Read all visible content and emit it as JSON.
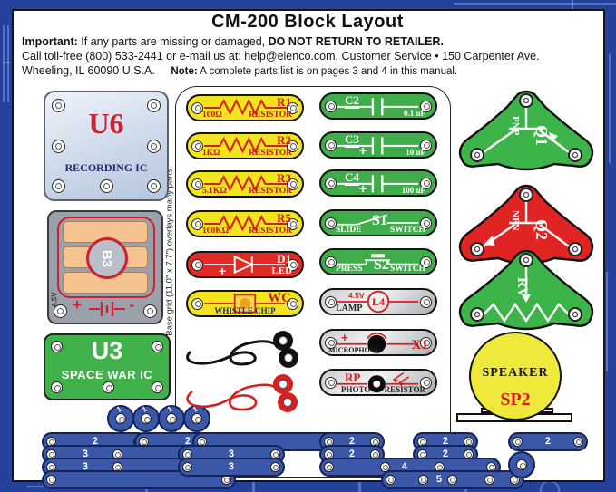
{
  "header": {
    "title": "CM-200 Block Layout",
    "important_label": "Important:",
    "important_text": " If any parts are missing or damaged, ",
    "important_bold": "DO NOT RETURN TO RETAILER.",
    "contact_line": "Call toll-free (800) 533-2441 or e-mail us at:  help@elenco.com. Customer Service • 150 Carpenter Ave.",
    "address_line": "Wheeling, IL  60090  U.S.A.",
    "note_label": "Note:",
    "note_text": " A complete parts list is on pages 3 and 4 in this manual."
  },
  "base_grid_caption": "Base grid (11.0\" x 7.7\") overlays many parts",
  "parts": {
    "u6": {
      "id": "U6",
      "name": "RECORDING IC"
    },
    "b3": {
      "id": "B3",
      "voltage": "4.5V",
      "plus": "+",
      "minus": "-"
    },
    "u3": {
      "id": "U3",
      "name": "SPACE WAR IC"
    },
    "resistors": [
      {
        "id": "R1",
        "value": "100Ω",
        "name": "RESISTOR"
      },
      {
        "id": "R2",
        "value": "1KΩ",
        "name": "RESISTOR"
      },
      {
        "id": "R3",
        "value": "5.1KΩ",
        "name": "RESISTOR"
      },
      {
        "id": "R5",
        "value": "100KΩ",
        "name": "RESISTOR"
      }
    ],
    "d1": {
      "id": "D1",
      "name": "LED",
      "plus": "+"
    },
    "wc": {
      "id": "WC",
      "name": "WHISTLE CHIP"
    },
    "capacitors": [
      {
        "id": "C2",
        "value": "0.1 uF",
        "plus": ""
      },
      {
        "id": "C3",
        "value": "10 uF",
        "plus": "+"
      },
      {
        "id": "C4",
        "value": "100 uF",
        "plus": "+"
      }
    ],
    "s1": {
      "id": "S1",
      "word1": "SLIDE",
      "word2": "SWITCH"
    },
    "s2": {
      "id": "S2",
      "word1": "PRESS",
      "word2": "SWITCH"
    },
    "l4": {
      "id": "L4",
      "voltage": "4.5V",
      "name": "LAMP"
    },
    "x1": {
      "id": "X1",
      "name": "MICROPHONE",
      "plus": "+"
    },
    "rp": {
      "id": "RP",
      "word1": "PHOTO",
      "word2": "RESISTOR"
    },
    "q1": {
      "id": "Q1",
      "type": "PNP"
    },
    "q2": {
      "id": "Q2",
      "type": "NPN"
    },
    "rv": {
      "id": "RV"
    },
    "sp2": {
      "id": "SP2",
      "name": "SPEAKER"
    }
  },
  "single_snap": {
    "label": "1"
  },
  "rails": [
    {
      "label": "2"
    },
    {
      "label": "2"
    },
    {
      "label": ""
    },
    {
      "label": "3"
    },
    {
      "label": "3"
    },
    {
      "label": ""
    },
    {
      "label": "3"
    },
    {
      "label": "3"
    },
    {
      "label": "2"
    },
    {
      "label": "2"
    },
    {
      "label": "2"
    },
    {
      "label": "2"
    },
    {
      "label": "4"
    },
    {
      "label": "5"
    },
    {
      "label": "2"
    }
  ],
  "colors": {
    "frame": "#24429c",
    "yellow": "#f2e41e",
    "red": "#e32a24",
    "green": "#3fae4a",
    "rail_blue": "#3b57a8",
    "speaker_yellow": "#efe93c"
  }
}
